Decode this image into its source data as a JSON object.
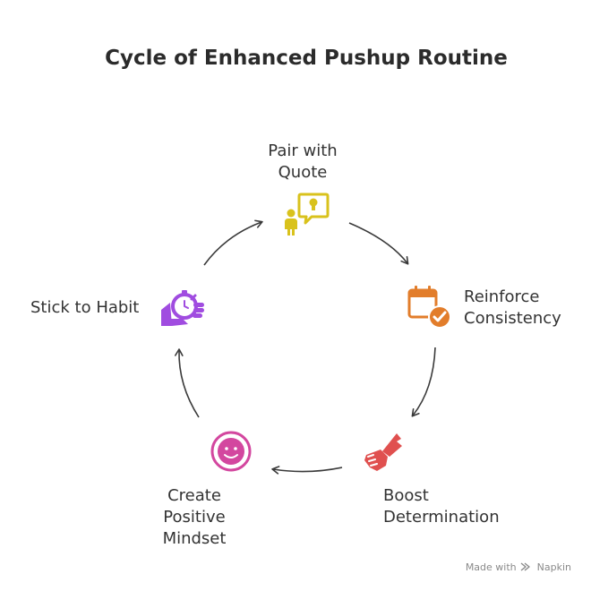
{
  "title": "Cycle of Enhanced Pushup Routine",
  "steps": [
    {
      "lines": [
        "Pair with",
        "Quote"
      ],
      "icon": "person-speech-lightbulb-icon",
      "color": "#d9c21c"
    },
    {
      "lines": [
        "Reinforce",
        "Consistency"
      ],
      "icon": "calendar-check-icon",
      "color": "#e27d2b"
    },
    {
      "lines": [
        "Boost",
        "Determination"
      ],
      "icon": "fist-flag-icon",
      "color": "#e0504f"
    },
    {
      "lines": [
        "Create",
        "Positive",
        "Mindset"
      ],
      "icon": "smiley-face-icon",
      "color": "#d3479f"
    },
    {
      "lines": [
        "Stick to Habit"
      ],
      "icon": "hand-stopwatch-icon",
      "color": "#a04ce0"
    }
  ],
  "footer": {
    "made_with": "Made with",
    "brand": "Napkin"
  }
}
